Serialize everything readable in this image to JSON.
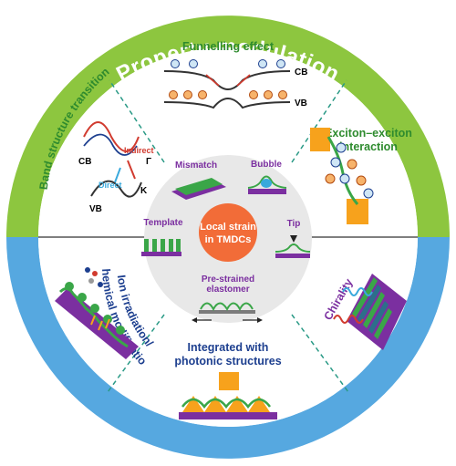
{
  "ring": {
    "top_title": "Property modulation",
    "bottom_title": "Quantum emitters",
    "top_color": "#8dc63f",
    "bottom_color": "#56a8e0"
  },
  "core": {
    "line1": "Local strain",
    "line2": "in TMDCs",
    "color": "#f26c38"
  },
  "methods": {
    "mismatch": "Mismatch",
    "bubble": "Bubble",
    "template": "Template",
    "tip": "Tip",
    "prestrained_line1": "Pre-strained",
    "prestrained_line2": "elastomer"
  },
  "sections": {
    "funnelling": "Funnelling effect",
    "band_structure": "Band structure transition",
    "exciton_line1": "Exciton–exciton",
    "exciton_line2": "interaction",
    "ion_line1": "Ion irradiation/",
    "ion_line2": "Chemical modification",
    "photonic_line1": "Integrated with",
    "photonic_line2": "photonic structures",
    "chirality": "Chirality"
  },
  "labels": {
    "cb": "CB",
    "vb": "VB",
    "direct": "Direct",
    "indirect": "Indirect",
    "gamma": "Γ",
    "k": "K",
    "minus": "−",
    "plus": "+"
  }
}
